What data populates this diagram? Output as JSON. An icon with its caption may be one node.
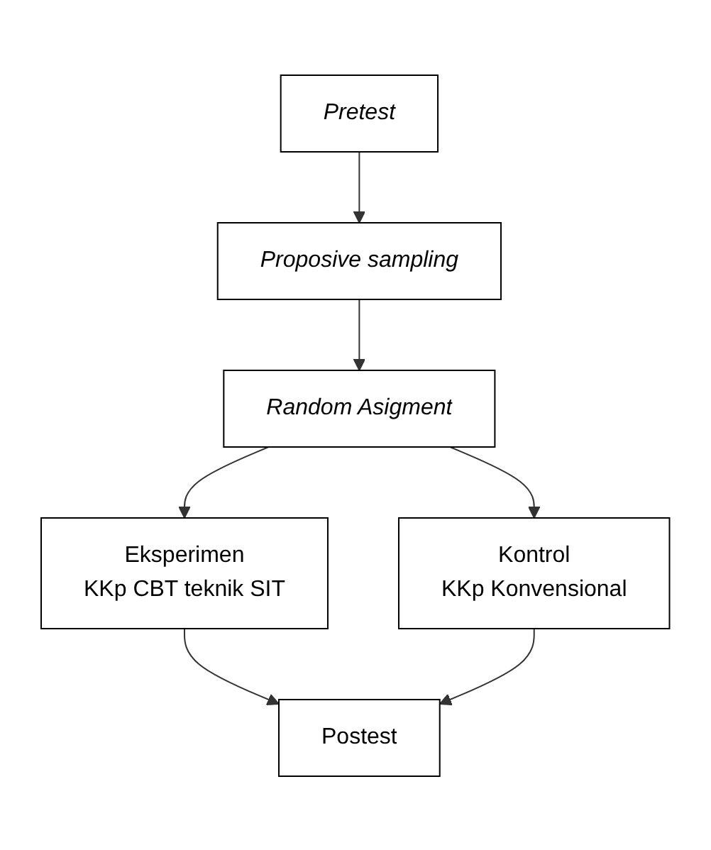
{
  "diagram": {
    "nodes": [
      {
        "text": [
          "Pretest"
        ]
      },
      {
        "text": [
          "Proposive sampling"
        ]
      },
      {
        "text": [
          "Random Asigment"
        ]
      },
      {
        "text": [
          "Eksperimen",
          "KKp CBT teknik SIT"
        ]
      },
      {
        "text": [
          "Kontrol",
          "KKp Konvensional"
        ]
      },
      {
        "text": [
          "Postest"
        ]
      }
    ],
    "edges": [
      {
        "from": 0,
        "to": 1,
        "arrow": "to"
      },
      {
        "from": 1,
        "to": 2,
        "arrow": "to"
      },
      {
        "from": 2,
        "to": 3,
        "arrow": "to"
      },
      {
        "from": 2,
        "to": 4,
        "arrow": "to"
      },
      {
        "from": 3,
        "to": 5,
        "arrow": "to"
      },
      {
        "from": 4,
        "to": 5,
        "arrow": "to"
      }
    ]
  }
}
